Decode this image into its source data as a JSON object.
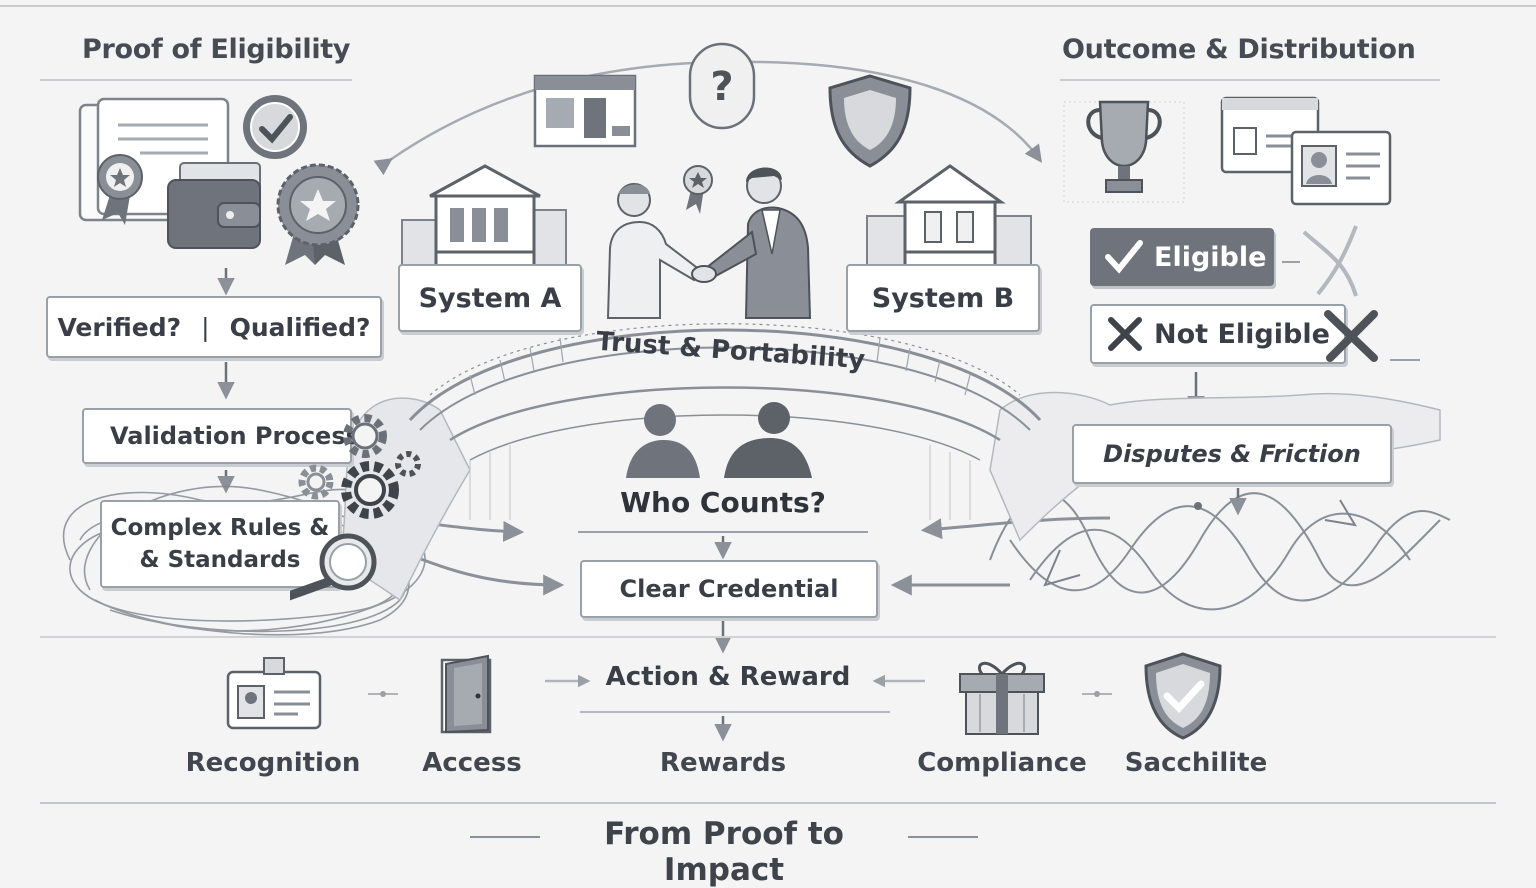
{
  "headings": {
    "left": "Proof of Eligibility",
    "right": "Outcome & Distribution"
  },
  "left_flow": {
    "check_a": "Verified?",
    "separator": "|",
    "check_b": "Qualified?",
    "validation": "Validation Process",
    "rules_line1": "Complex Rules &",
    "rules_line2": "& Standards"
  },
  "center": {
    "system_a": "System A",
    "system_b": "System B",
    "bridge": "Trust & Portability",
    "question": "Who Counts?",
    "credential": "Clear Credential",
    "action": "Action & Reward"
  },
  "right_flow": {
    "eligible": "Eligible",
    "not_eligible": "Not Eligible",
    "disputes": "Disputes & Friction"
  },
  "bottom": {
    "items": [
      "Recognition",
      "Access",
      "Rewards",
      "Compliance",
      "Sacchilite"
    ],
    "footer": "From Proof to Impact"
  },
  "colors": {
    "background": "#f4f4f5",
    "ink": "#3b3f47",
    "eligible_fill": "#6f747c",
    "line": "#9aa0a8"
  },
  "icons": [
    "certificate-icon",
    "checkmark-seal-icon",
    "wallet-icon",
    "star-badge-icon",
    "building-icon",
    "question-icon",
    "shield-icon",
    "handshake-icon",
    "ribbon-badge-icon",
    "trophy-icon",
    "id-card-icon",
    "gear-icon",
    "magnifier-icon",
    "people-silhouette-icon",
    "gift-icon",
    "shield-check-icon",
    "door-icon",
    "x-mark-icon",
    "check-icon"
  ]
}
